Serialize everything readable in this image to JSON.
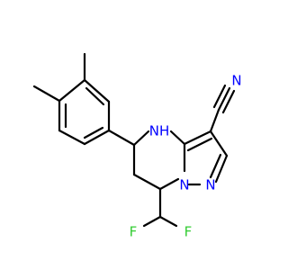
{
  "molecule": {
    "atoms": {
      "nitrile_n": "N",
      "amine_nh": "NH",
      "ring_n_bridge": "N",
      "ring_n_pyrazole": "N",
      "fluorine_left": "F",
      "fluorine_right": "F"
    }
  },
  "colors": {
    "carbon_bond": "#000000",
    "nitrogen": "#0000ff",
    "fluorine": "#33cc33",
    "background": "#ffffff"
  }
}
